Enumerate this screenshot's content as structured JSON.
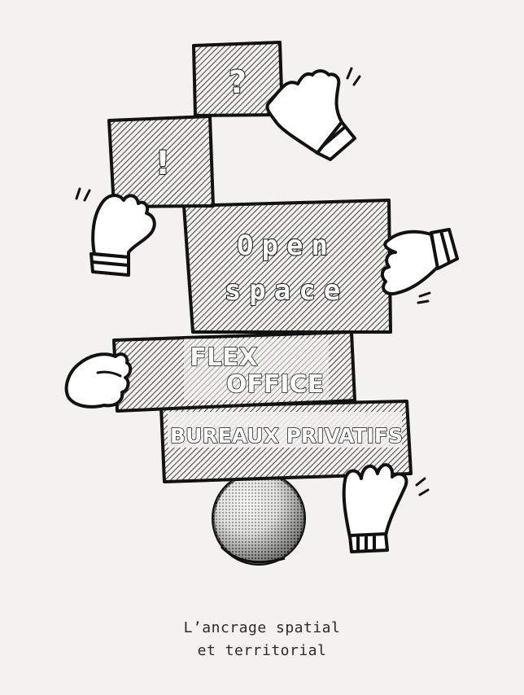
{
  "illustration": {
    "blocks": {
      "question": "?",
      "exclamation": "!",
      "open_space_line1": "Open",
      "open_space_line2": "space",
      "flex_line1": "FLEX",
      "flex_line2": "OFFICE",
      "bureaux": "BUREAUX PRIVATIFS"
    },
    "caption": {
      "line1": "L’ancrage spatial",
      "line2": "et territorial"
    }
  }
}
